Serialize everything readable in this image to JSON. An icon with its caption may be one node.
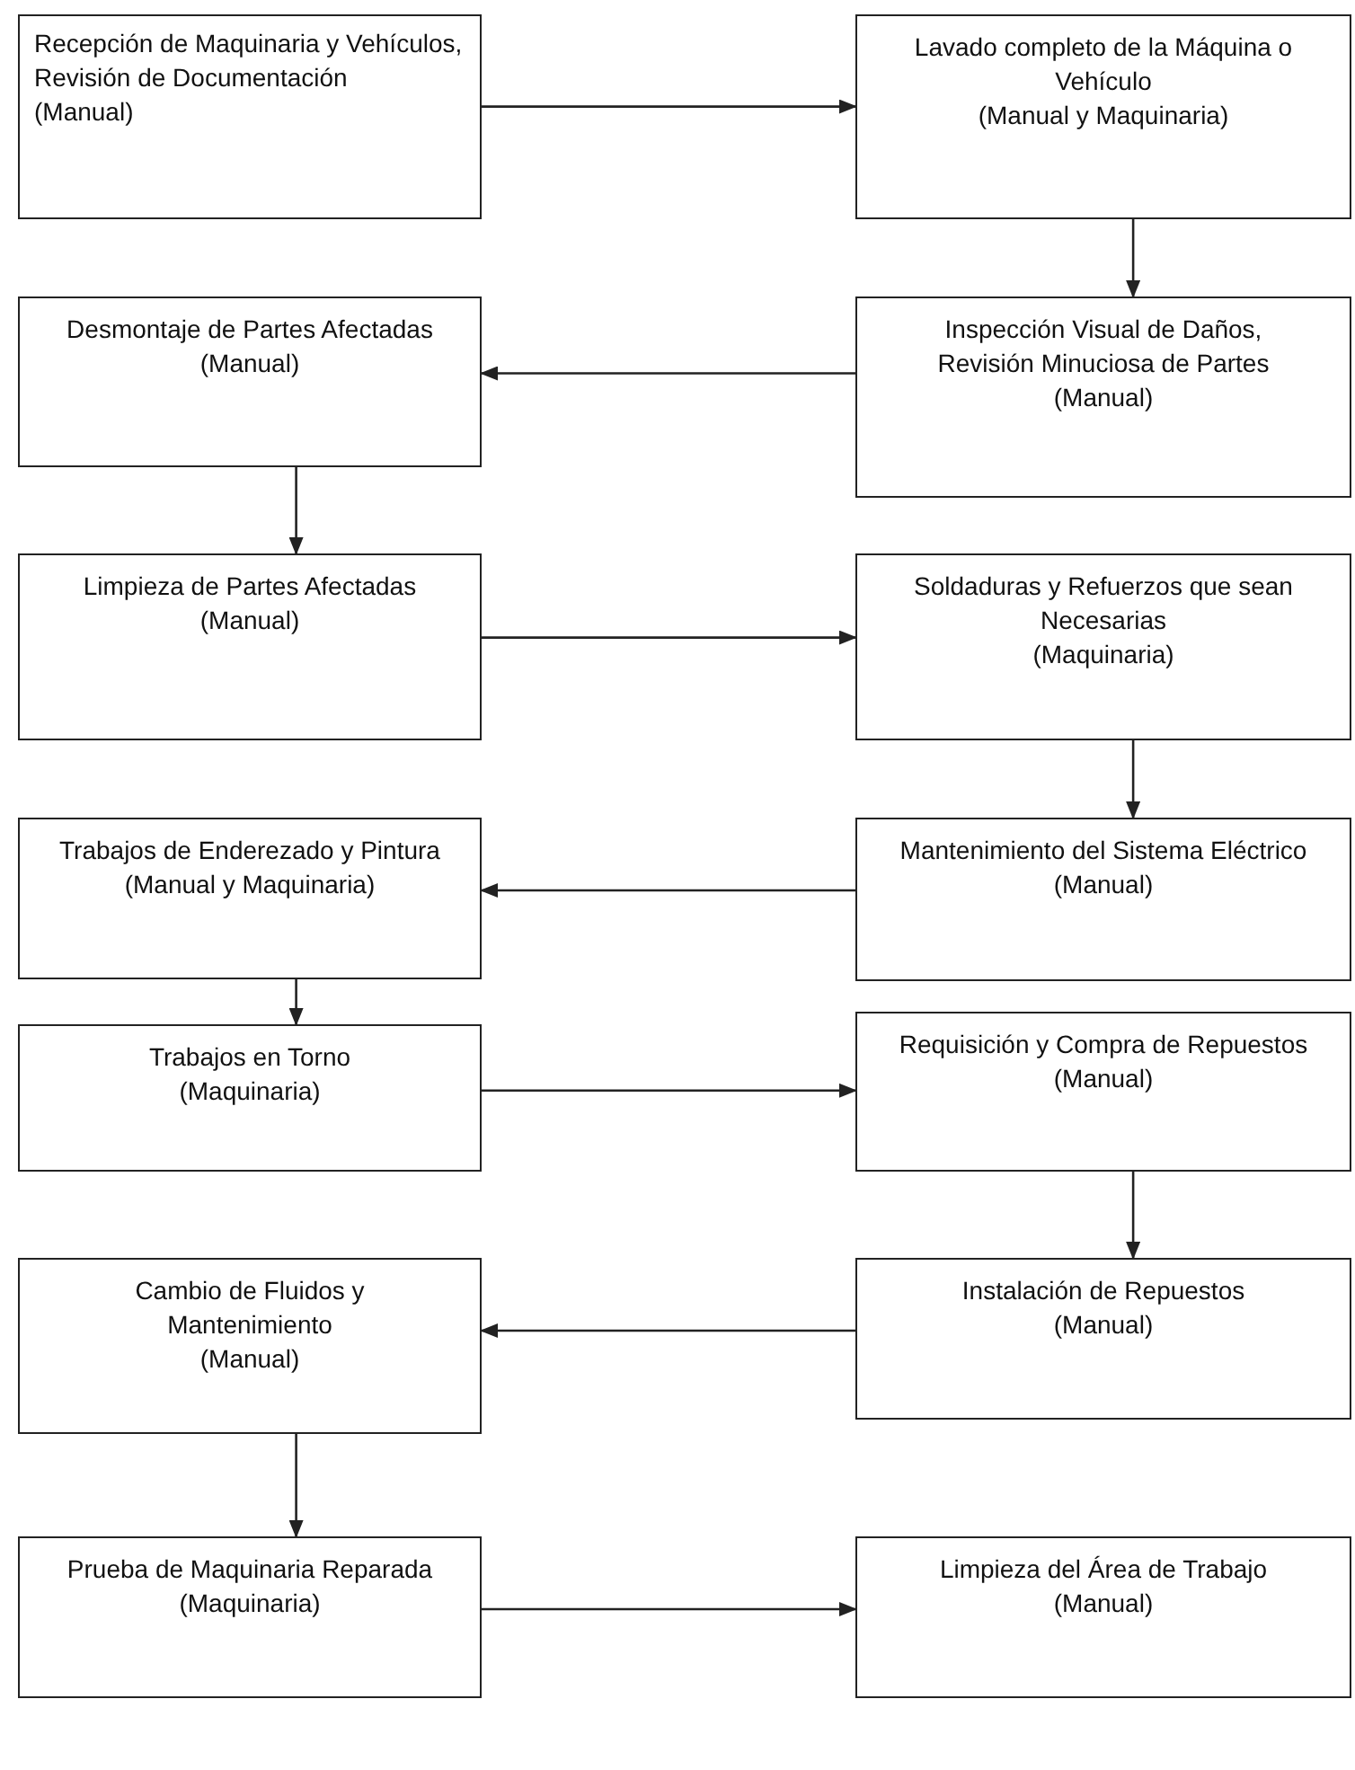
{
  "diagram": {
    "nodes": [
      {
        "text": [
          "Recepción de Maquinaria y Vehículos, Revisión de Documentación",
          "(Manual)"
        ]
      },
      {
        "text": [
          "Lavado completo de la Máquina o Vehículo",
          "(Manual y Maquinaria)"
        ]
      },
      {
        "text": [
          "Desmontaje de Partes Afectadas",
          "(Manual)"
        ]
      },
      {
        "text": [
          "Inspección Visual de Daños, Revisión Minuciosa de Partes",
          "(Manual)"
        ]
      },
      {
        "text": [
          "Limpieza de Partes Afectadas",
          "(Manual)"
        ]
      },
      {
        "text": [
          "Soldaduras y Refuerzos que sean Necesarias",
          "(Maquinaria)"
        ]
      },
      {
        "text": [
          "Trabajos de Enderezado y Pintura",
          "(Manual y Maquinaria)"
        ]
      },
      {
        "text": [
          "Mantenimiento del Sistema Eléctrico",
          "(Manual)"
        ]
      },
      {
        "text": [
          "Trabajos en Torno",
          "(Maquinaria)"
        ]
      },
      {
        "text": [
          "Requisición y Compra de Repuestos",
          "(Manual)"
        ]
      },
      {
        "text": [
          "Cambio de Fluidos y Mantenimiento",
          "(Manual)"
        ]
      },
      {
        "text": [
          "Instalación de Repuestos",
          "(Manual)"
        ]
      },
      {
        "text": [
          "Prueba de Maquinaria Reparada",
          "(Maquinaria)"
        ]
      },
      {
        "text": [
          "Limpieza del Área de Trabajo",
          "(Manual)"
        ]
      }
    ],
    "edges": [
      {
        "from": 0,
        "to": 1,
        "arrow": "to"
      },
      {
        "from": 1,
        "to": 3,
        "arrow": "to"
      },
      {
        "from": 3,
        "to": 2,
        "arrow": "to"
      },
      {
        "from": 2,
        "to": 4,
        "arrow": "to"
      },
      {
        "from": 4,
        "to": 5,
        "arrow": "to"
      },
      {
        "from": 5,
        "to": 7,
        "arrow": "to"
      },
      {
        "from": 7,
        "to": 6,
        "arrow": "to"
      },
      {
        "from": 6,
        "to": 8,
        "arrow": "to"
      },
      {
        "from": 8,
        "to": 9,
        "arrow": "to"
      },
      {
        "from": 9,
        "to": 11,
        "arrow": "to"
      },
      {
        "from": 11,
        "to": 10,
        "arrow": "to"
      },
      {
        "from": 10,
        "to": 12,
        "arrow": "to"
      },
      {
        "from": 12,
        "to": 13,
        "arrow": "to"
      }
    ]
  }
}
